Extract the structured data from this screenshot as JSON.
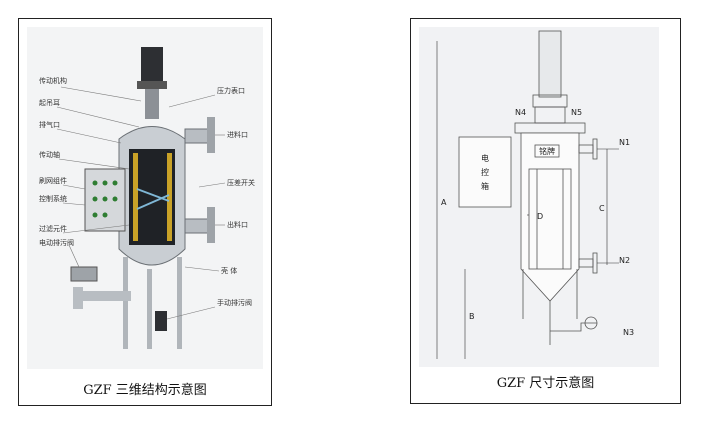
{
  "left_figure": {
    "caption": "GZF 三维结构示意图",
    "labels_left": [
      "传动机构",
      "起吊耳",
      "排气口",
      "传动轴",
      "刷网组件",
      "控制系统",
      "过滤元件",
      "电动排污阀"
    ],
    "labels_right": [
      "压力表口",
      "进料口",
      "压差开关",
      "出料口",
      "壳 体",
      "手动排污阀"
    ]
  },
  "right_figure": {
    "caption": "GZF 尺寸示意图",
    "nozzles": [
      "N4",
      "N5",
      "N1",
      "N2",
      "N3"
    ],
    "dimensions": [
      "A",
      "B",
      "C",
      "D"
    ],
    "nameplate": "铭牌",
    "control_box": [
      "电",
      "控",
      "箱"
    ]
  }
}
